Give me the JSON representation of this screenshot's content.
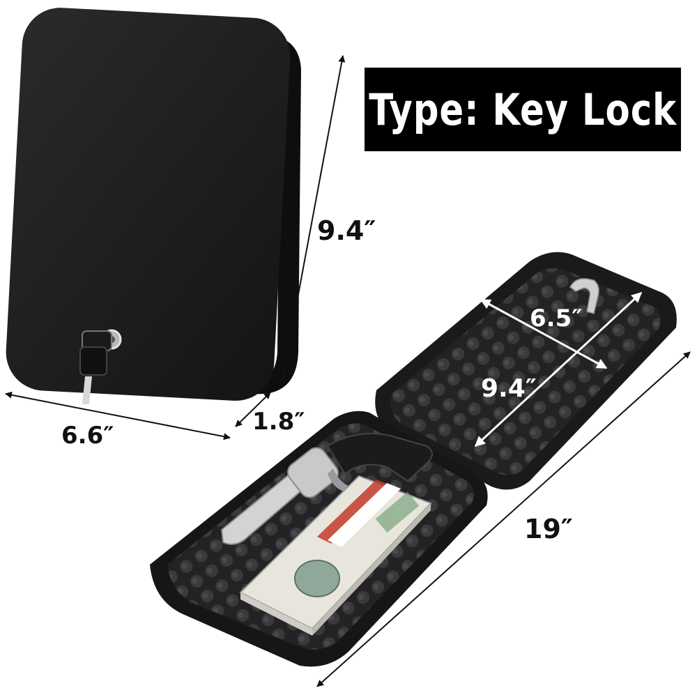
{
  "badge": {
    "text": "Type: Key Lock"
  },
  "dimensions": {
    "closed_height": "9.4″",
    "closed_width": "6.6″",
    "closed_depth": "1.8″",
    "open_inner_width": "6.5″",
    "open_inner_height": "9.4″",
    "open_total_length": "19″"
  },
  "colors": {
    "background": "#ffffff",
    "badge_background": "#000000",
    "badge_text": "#ffffff",
    "safe_body": "#1c1c1e",
    "foam": "#2b2b2d"
  }
}
